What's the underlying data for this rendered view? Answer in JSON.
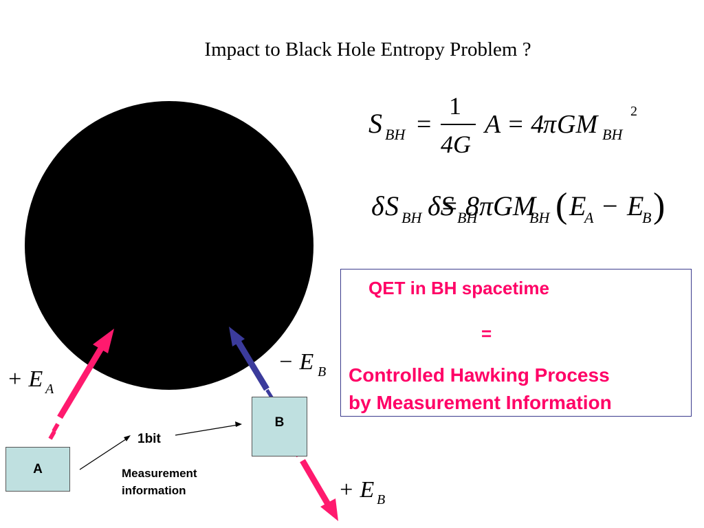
{
  "title": "Impact to Black Hole Entropy Problem ?",
  "equations": {
    "eq1": {
      "S": "S",
      "S_sub": "BH",
      "eq": "=",
      "num": "1",
      "den": "4G",
      "rhs": "A = 4",
      "pi": "π",
      "gm": "GM",
      "gm_sub": "BH",
      "exp": "2"
    },
    "eq2": {
      "delta": "δ",
      "S": "S",
      "S_sub": "BH",
      "overlap_a": "δS",
      "overlap_a_sub": "BH",
      "overlap_b": "= 8πGM",
      "overlap_b_sub": "BH",
      "paren_open": "(",
      "paren_close": ")",
      "overlap_c": "E",
      "overlap_c_sub": "A",
      "minus": "−",
      "overlap_d": "E",
      "overlap_d_sub": "B"
    }
  },
  "qet_box": {
    "line1": "QET in BH spacetime",
    "eq": "=",
    "line2": "Controlled Hawking Process",
    "line3": "by Measurement Information"
  },
  "labels": {
    "plus_ea": "+ E",
    "plus_ea_sub": "A",
    "minus_eb": "− E",
    "minus_eb_sub": "B",
    "plus_eb": "+ E",
    "plus_eb_sub": "B",
    "box_a": "A",
    "box_b": "B",
    "one_bit": "1bit",
    "measurement_line1": "Measurement",
    "measurement_line2": "information"
  },
  "colors": {
    "black_hole": "#000000",
    "arrow_pink": "#ff1a6e",
    "arrow_blue": "#3b3b9c",
    "box_fill": "#bfe0e0",
    "qet_text": "#ff0066"
  }
}
